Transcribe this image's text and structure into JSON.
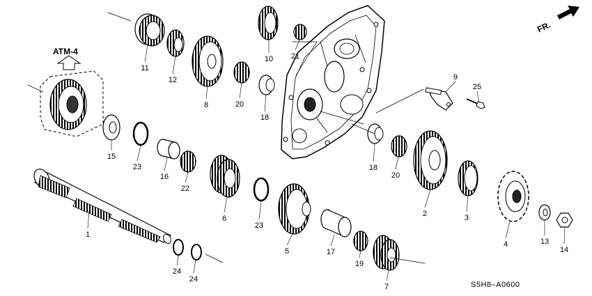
{
  "diagram": {
    "reference_code": "S5H8–A0600",
    "direction_label": "FR.",
    "callout_label": "ATM-4",
    "part_numbers": {
      "p1": "1",
      "p2": "2",
      "p3": "3",
      "p4": "4",
      "p5": "5",
      "p6": "6",
      "p7": "7",
      "p8": "8",
      "p9": "9",
      "p10": "10",
      "p11": "11",
      "p12": "12",
      "p13": "13",
      "p14": "14",
      "p15": "15",
      "p16": "16",
      "p17": "17",
      "p18a": "18",
      "p18b": "18",
      "p19": "19",
      "p20a": "20",
      "p20b": "20",
      "p21": "21",
      "p22": "22",
      "p23a": "23",
      "p23b": "23",
      "p24a": "24",
      "p24b": "24",
      "p25": "25"
    }
  }
}
